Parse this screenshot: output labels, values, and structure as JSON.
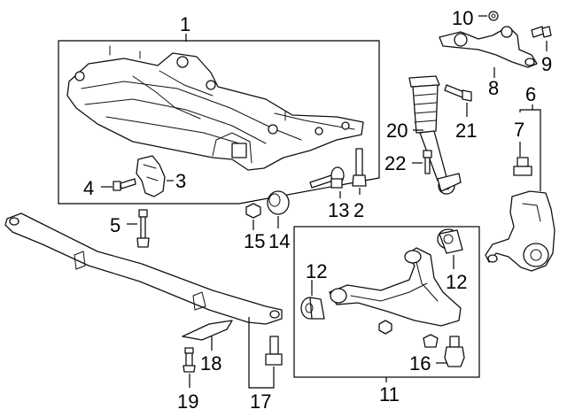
{
  "callouts": {
    "c1": "1",
    "c2": "2",
    "c3": "3",
    "c4": "4",
    "c5": "5",
    "c6": "6",
    "c7": "7",
    "c8": "8",
    "c9": "9",
    "c10": "10",
    "c11": "11",
    "c12a": "12",
    "c12b": "12",
    "c13": "13",
    "c14": "14",
    "c15": "15",
    "c16": "16",
    "c17": "17",
    "c18": "18",
    "c19": "19",
    "c20": "20",
    "c21": "21",
    "c22": "22"
  },
  "colors": {
    "line": "#111111",
    "background": "#ffffff"
  }
}
